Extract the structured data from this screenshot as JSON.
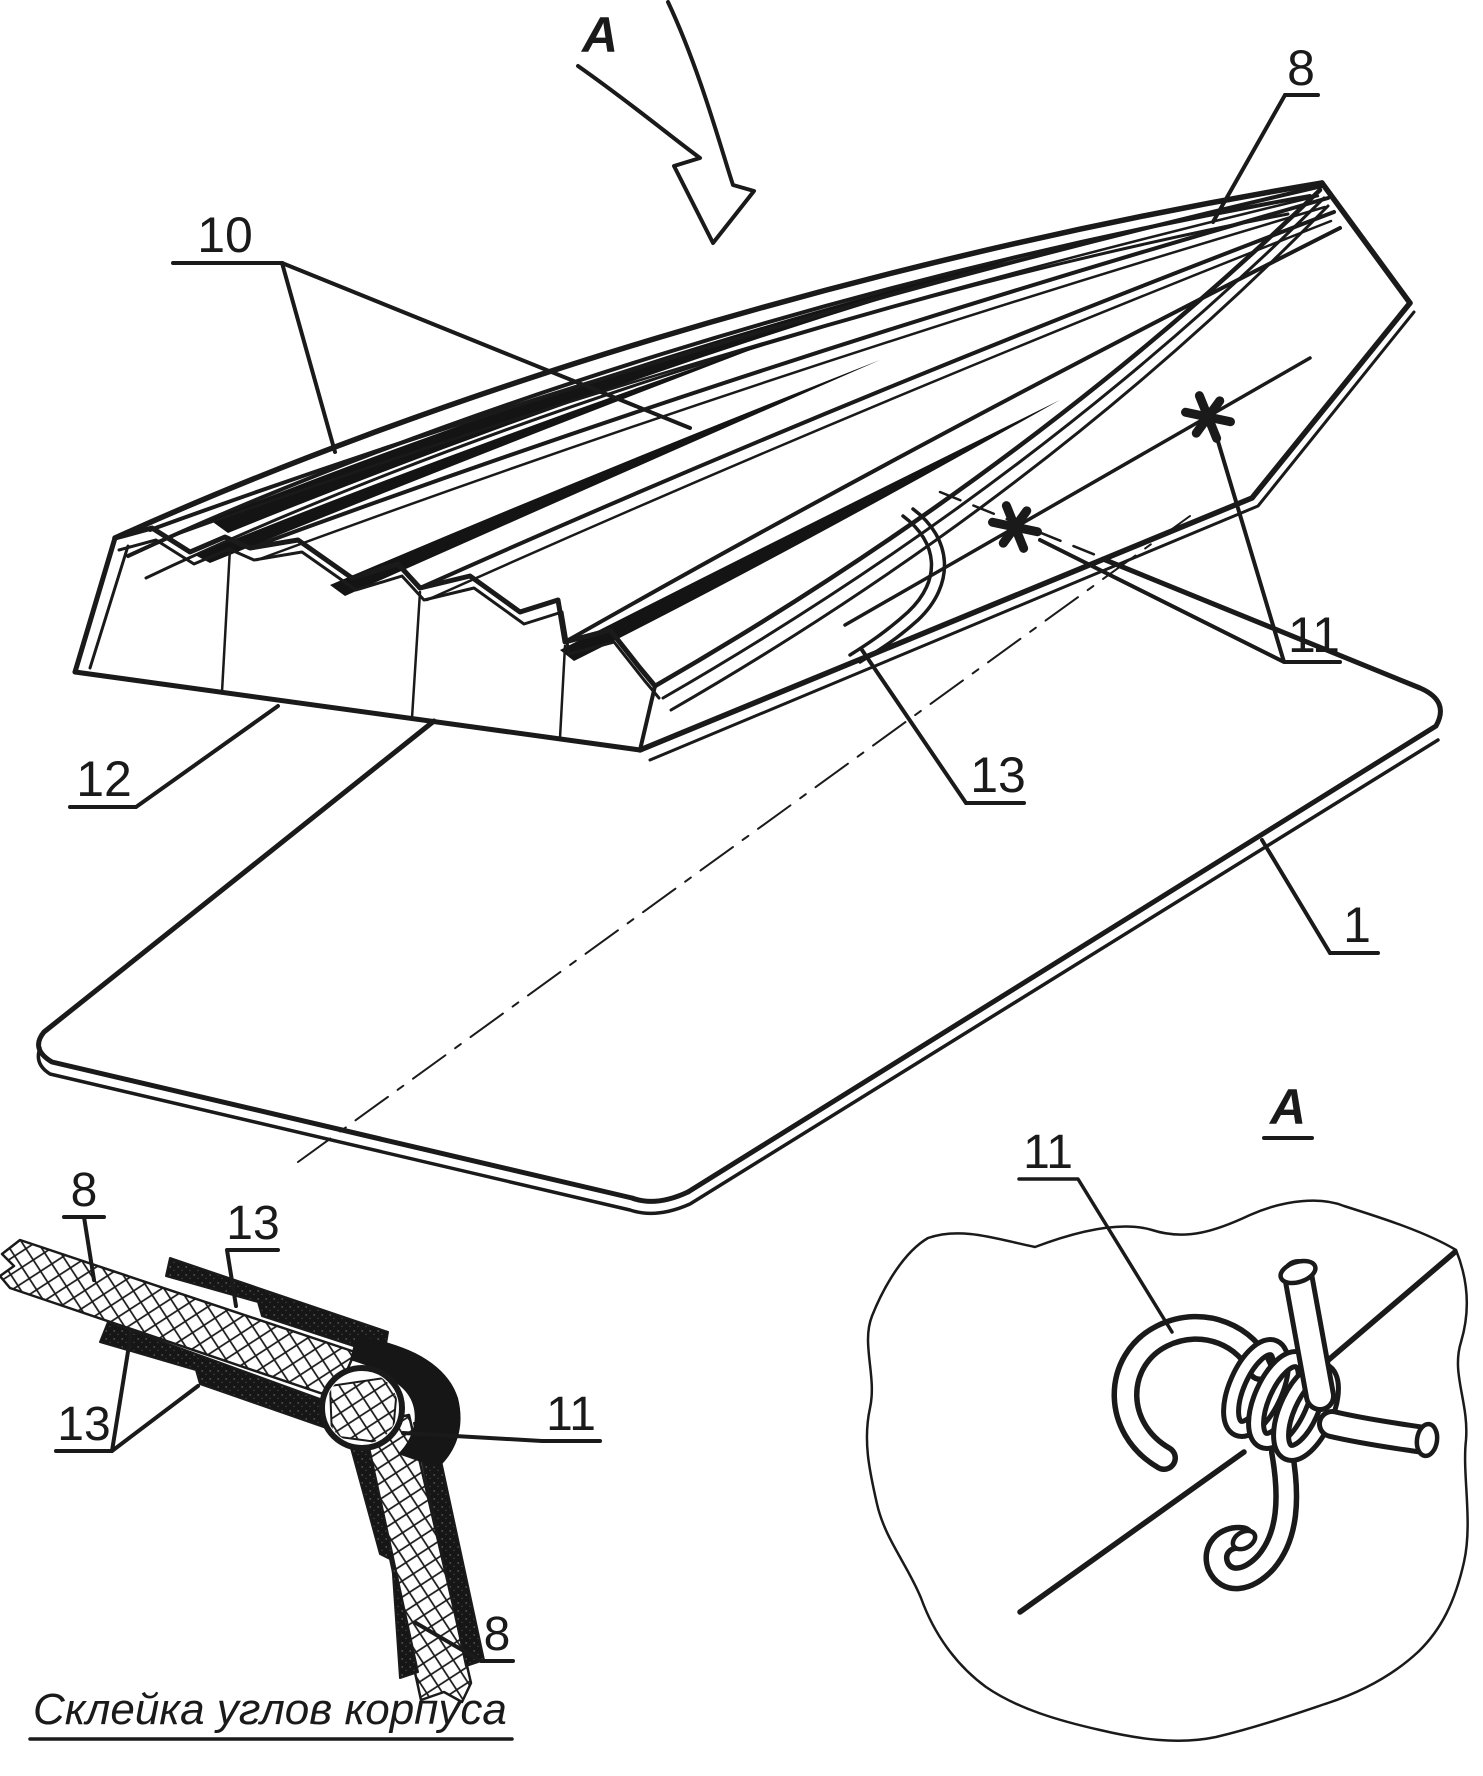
{
  "page": {
    "background": "#ffffff",
    "ink_color": "#1a1a1a",
    "type": "exploded technical drawing of model boat hull assembly"
  },
  "main_view": {
    "view_arrow_label": "A",
    "labels": {
      "deck_skin": "8",
      "stringers": "10",
      "wire_twists": "11",
      "side_panel": "12",
      "gunwale_strip": "13",
      "bottom_panel": "1"
    }
  },
  "corner_detail": {
    "caption": "Склейка углов корпуса",
    "labels": {
      "plate_top": "8",
      "glue_strip_top": "13",
      "glue_strips_left": "13",
      "corner_wire": "11",
      "plate_bottom": "8"
    }
  },
  "detail_a": {
    "title": "A",
    "wire_label": "11"
  }
}
